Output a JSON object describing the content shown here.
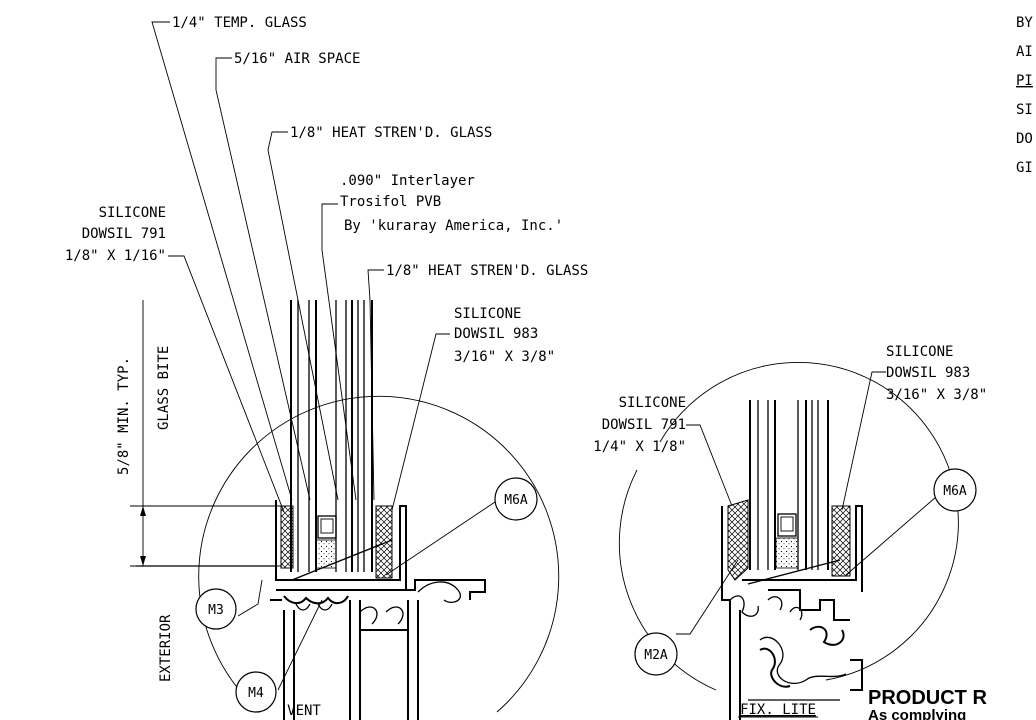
{
  "labels": {
    "temp_glass": "1/4\" TEMP. GLASS",
    "air_space": "5/16\" AIR SPACE",
    "heat_glass_1": "1/8\" HEAT STREN'D. GLASS",
    "interlayer_1": ".090\" Interlayer",
    "interlayer_2": "Trosifol PVB",
    "interlayer_3": "By 'kuraray America, Inc.'",
    "heat_glass_2": "1/8\" HEAT STREN'D. GLASS",
    "sil791_a_1": "SILICONE",
    "sil791_a_2": "DOWSIL 791",
    "sil791_a_3": "1/8\" X 1/16\"",
    "sil983_a_1": "SILICONE",
    "sil983_a_2": "DOWSIL 983",
    "sil983_a_3": "3/16\" X 3/8\"",
    "bite_1": "5/8\" MIN. TYP.",
    "bite_2": "GLASS BITE",
    "exterior": "EXTERIOR",
    "vent": "VENT",
    "sil791_b_1": "SILICONE",
    "sil791_b_2": "DOWSIL 791",
    "sil791_b_3": "1/4\" X 1/8\"",
    "sil983_b_1": "SILICONE",
    "sil983_b_2": "DOWSIL 983",
    "sil983_b_3": "3/16\" X 3/8\"",
    "fix_lite": "FIX. LITE",
    "note_1": "BY",
    "note_2": "AI",
    "note_3": "PI",
    "note_4": "SI",
    "note_5": "DO",
    "note_6": "GI",
    "product_title": "PRODUCT R",
    "product_sub": "As complying"
  },
  "bubbles": {
    "m3": "M3",
    "m4": "M4",
    "m6a_left": "M6A",
    "m2a": "M2A",
    "m6a_right": "M6A"
  }
}
